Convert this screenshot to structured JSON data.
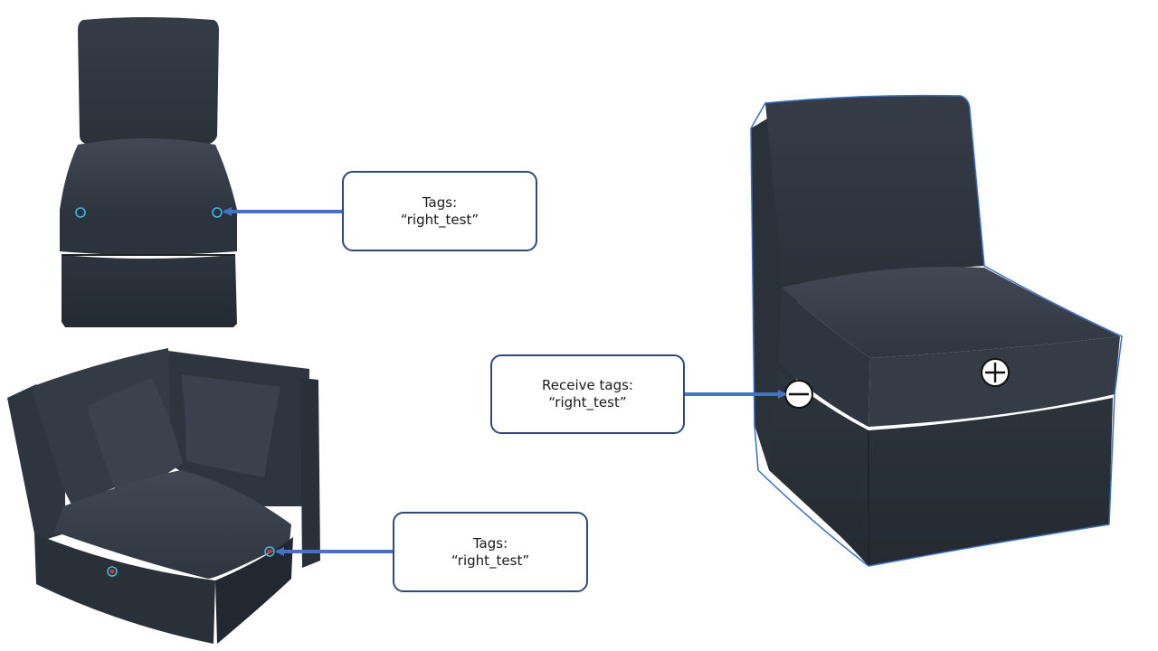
{
  "colors": {
    "arrow": "#4472c4",
    "callout_border": "#2f4a7a",
    "fabric_light": "#3d4450",
    "fabric_mid": "#333a45",
    "fabric_dark": "#262b33",
    "snap_ring": "#3fb6e0",
    "snap_center": "#d9342b",
    "outline_blue": "#3a6fc4"
  },
  "callouts": [
    {
      "id": "chair-top-tags",
      "line1": "Tags:",
      "line2": "“right_test”"
    },
    {
      "id": "chair-right-receive",
      "line1": "Receive tags:",
      "line2": "“right_test”"
    },
    {
      "id": "corner-tags",
      "line1": "Tags:",
      "line2": "“right_test”"
    }
  ],
  "icons": {
    "plus": "plus-circle-icon",
    "minus": "minus-circle-icon",
    "snap_point": "snap-point-icon"
  }
}
